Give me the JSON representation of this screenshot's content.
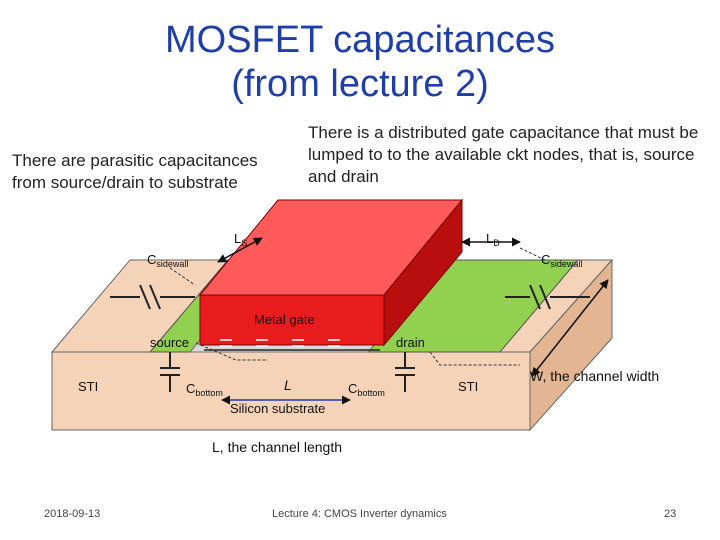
{
  "title_line1": "MOSFET capacitances",
  "title_line2": "(from lecture 2)",
  "note_left": "There are parasitic capacitances from source/drain to substrate",
  "note_right": "There is a distributed gate capacitance that must be lumped to to the available ckt nodes, that is, source and drain",
  "labels": {
    "ls_main": "L",
    "ls_sub": "S",
    "ld_main": "L",
    "ld_sub": "D",
    "c_sidewall_left_main": "C",
    "c_sidewall_left_sub": "sidewall",
    "c_sidewall_right_main": "C",
    "c_sidewall_right_sub": "sidewall",
    "metal_gate": "Metal gate",
    "source": "source",
    "drain": "drain",
    "sti_left": "STI",
    "sti_right": "STI",
    "c_bottom_left_main": "C",
    "c_bottom_left_sub": "bottom",
    "c_bottom_right_main": "C",
    "c_bottom_right_sub": "bottom",
    "l_center": "L",
    "silicon_substrate": "Silicon substrate",
    "channel_width": "W, the channel width",
    "channel_length": "L, the channel length"
  },
  "footer": {
    "date": "2018-09-13",
    "lecture": "Lecture 4: CMOS Inverter dynamics",
    "page": "23"
  },
  "colors": {
    "title": "#1f3fa8",
    "substrate": "#f5d3b8",
    "substrate_side": "#e3b593",
    "diffusion": "#92d050",
    "gate_top": "#ff5a5a",
    "gate_front": "#e81c1c",
    "gate_side": "#b80e0e",
    "oxide": "#c9c9c9"
  }
}
